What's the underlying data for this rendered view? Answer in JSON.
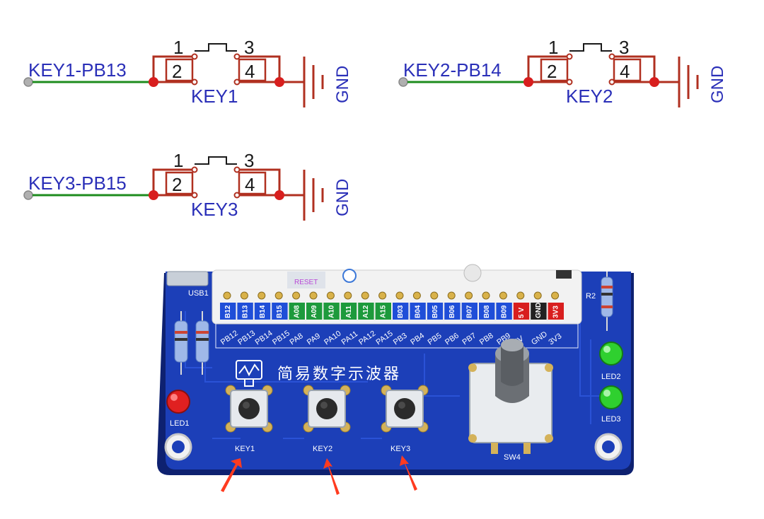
{
  "schematic": {
    "keys": [
      {
        "net": "KEY1-PB13",
        "ref": "KEY1",
        "pins": [
          "1",
          "2",
          "3",
          "4"
        ],
        "gnd": "GND"
      },
      {
        "net": "KEY2-PB14",
        "ref": "KEY2",
        "pins": [
          "1",
          "2",
          "3",
          "4"
        ],
        "gnd": "GND"
      },
      {
        "net": "KEY3-PB15",
        "ref": "KEY3",
        "pins": [
          "1",
          "2",
          "3",
          "4"
        ],
        "gnd": "GND"
      }
    ],
    "colors": {
      "wire_green": "#1e8c1e",
      "wire_red": "#b03020",
      "dot_red": "#d81e1e",
      "text_blue": "#2a2fb8"
    }
  },
  "pcb": {
    "title": "简易数字示波器",
    "header_pins": [
      {
        "label": "B12",
        "color": "#1f4ed8"
      },
      {
        "label": "B13",
        "color": "#1f4ed8"
      },
      {
        "label": "B14",
        "color": "#1f4ed8"
      },
      {
        "label": "B15",
        "color": "#1f4ed8"
      },
      {
        "label": "A08",
        "color": "#1d9a3c"
      },
      {
        "label": "A09",
        "color": "#1d9a3c"
      },
      {
        "label": "A10",
        "color": "#1d9a3c"
      },
      {
        "label": "A11",
        "color": "#1d9a3c"
      },
      {
        "label": "A12",
        "color": "#1d9a3c"
      },
      {
        "label": "A15",
        "color": "#1d9a3c"
      },
      {
        "label": "B03",
        "color": "#1f4ed8"
      },
      {
        "label": "B04",
        "color": "#1f4ed8"
      },
      {
        "label": "B05",
        "color": "#1f4ed8"
      },
      {
        "label": "B06",
        "color": "#1f4ed8"
      },
      {
        "label": "B07",
        "color": "#1f4ed8"
      },
      {
        "label": "B08",
        "color": "#1f4ed8"
      },
      {
        "label": "B09",
        "color": "#1f4ed8"
      },
      {
        "label": "5 V",
        "color": "#d81e1e"
      },
      {
        "label": "GND",
        "color": "#222222"
      },
      {
        "label": "3V3",
        "color": "#d81e1e"
      }
    ],
    "silk_pins": [
      "PB12",
      "PB13",
      "PB14",
      "PB15",
      "PA8",
      "PA9",
      "PA10",
      "PA11",
      "PA12",
      "PA15",
      "PB3",
      "PB4",
      "PB5",
      "PB6",
      "PB7",
      "PB8",
      "PB9",
      "5V",
      "GND",
      "3V3"
    ],
    "reset_label": "RESET",
    "usb_label": "USB1",
    "r2_label": "R2",
    "buttons": [
      "KEY1",
      "KEY2",
      "KEY3"
    ],
    "leds": [
      "LED1",
      "LED2",
      "LED3"
    ],
    "encoder_label": "SW4",
    "board_color": "#1c3fb8"
  }
}
